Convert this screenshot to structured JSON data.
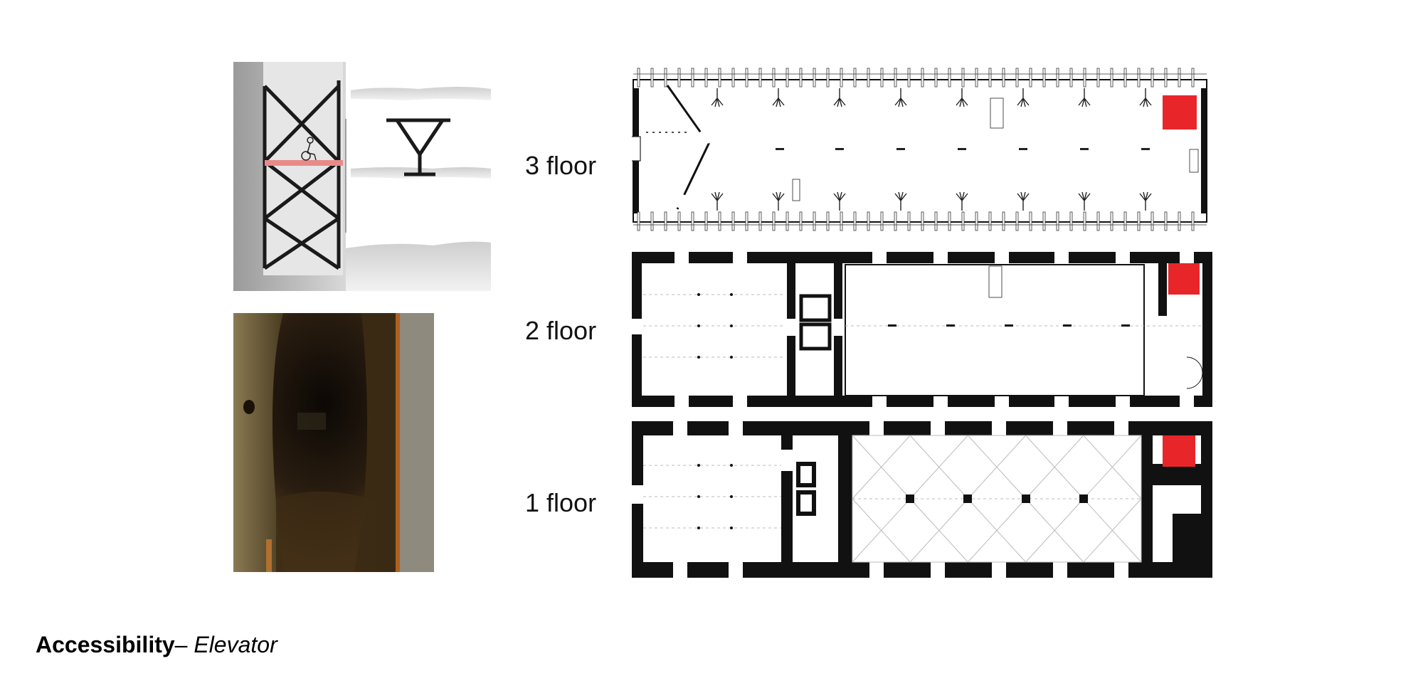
{
  "caption": {
    "title": "Accessibility",
    "separator": "– ",
    "subtitle": "Elevator"
  },
  "floors": [
    {
      "label": "3 floor"
    },
    {
      "label": "2 floor"
    },
    {
      "label": "1 floor"
    }
  ],
  "colors": {
    "elevator_marker": "#e8262a",
    "wall": "#111111",
    "platform": "#e98a8a"
  }
}
